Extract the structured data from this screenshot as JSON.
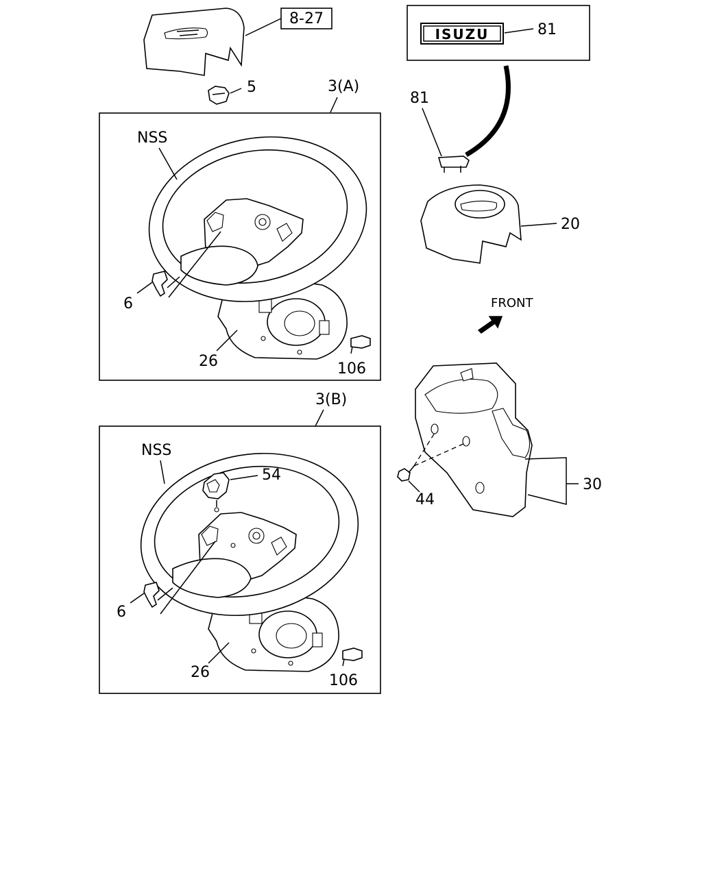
{
  "callouts": {
    "ref_box": "8-27",
    "horn_nut": "5",
    "assembly_a": "3(A)",
    "assembly_b": "3(B)",
    "emblem_in_box": "81",
    "emblem": "81",
    "horn_pad": "20",
    "front": "FRONT",
    "column_cover": "30",
    "screw": "44",
    "nss_a": "NSS",
    "bolt_a": "6",
    "cover_a": "26",
    "screw_a": "106",
    "nss_b": "NSS",
    "switch_b": "54",
    "bolt_b": "6",
    "cover_b": "26",
    "screw_b": "106"
  },
  "emblem_text": "ISUZU"
}
